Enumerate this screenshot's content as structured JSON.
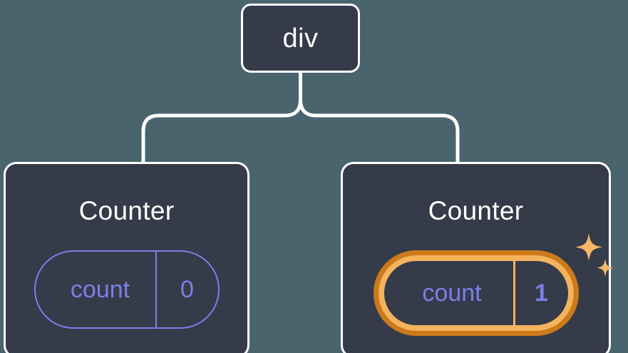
{
  "diagram": {
    "type": "component-tree",
    "background_color": "#4a646e",
    "node_fill_color": "#353b49",
    "node_border_color": "#ffffff",
    "connector_color": "#ffffff",
    "pill_color": "#7b7fe8",
    "highlight_outer_color": "#cc7a1a",
    "highlight_inner_color": "#f5b35c",
    "sparkle_color": "#f7b765"
  },
  "root": {
    "label": "div"
  },
  "children": [
    {
      "label": "Counter",
      "state": {
        "key": "count",
        "value": "0"
      },
      "highlighted": false
    },
    {
      "label": "Counter",
      "state": {
        "key": "count",
        "value": "1"
      },
      "highlighted": true
    }
  ]
}
